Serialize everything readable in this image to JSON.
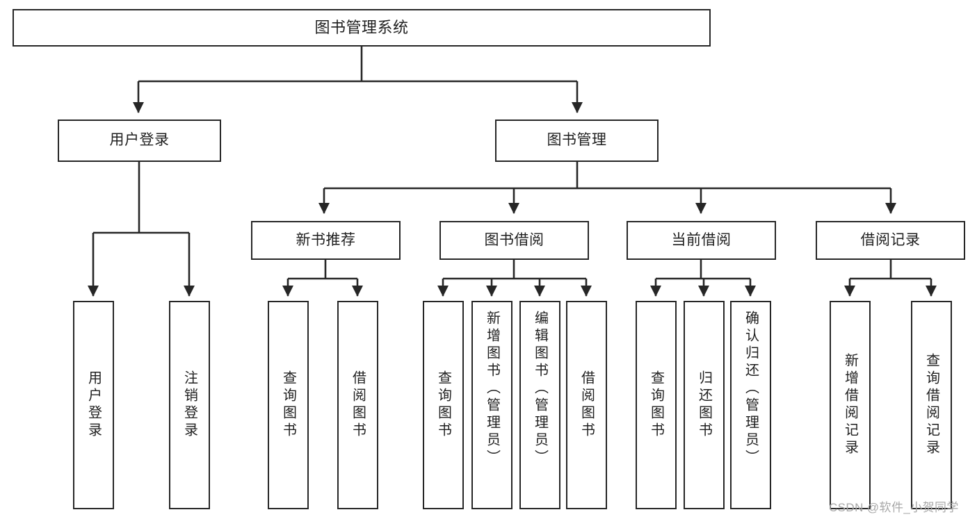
{
  "diagram": {
    "title": "图书管理系统",
    "type": "tree-hierarchy-diagram",
    "root": {
      "id": "root",
      "label": "图书管理系统"
    },
    "level2": [
      {
        "id": "user-login",
        "label": "用户登录"
      },
      {
        "id": "book-manage",
        "label": "图书管理"
      }
    ],
    "level3": [
      {
        "id": "new-book-rec",
        "label": "新书推荐"
      },
      {
        "id": "book-borrow",
        "label": "图书借阅"
      },
      {
        "id": "current-borrow",
        "label": "当前借阅"
      },
      {
        "id": "borrow-record",
        "label": "借阅记录"
      }
    ],
    "leaves": {
      "user_login": [
        {
          "id": "leaf-user-login",
          "label": "用户登录"
        },
        {
          "id": "leaf-logout-login",
          "label": "注销登录"
        }
      ],
      "new_book_rec": [
        {
          "id": "leaf-query-book-1",
          "label": "查询图书"
        },
        {
          "id": "leaf-borrow-book-1",
          "label": "借阅图书"
        }
      ],
      "book_borrow": [
        {
          "id": "leaf-query-book-2",
          "label": "查询图书"
        },
        {
          "id": "leaf-add-book",
          "label": "新增图书（管理员）"
        },
        {
          "id": "leaf-edit-book",
          "label": "编辑图书（管理员）"
        },
        {
          "id": "leaf-borrow-book-2",
          "label": "借阅图书"
        }
      ],
      "current_borrow": [
        {
          "id": "leaf-query-book-3",
          "label": "查询图书"
        },
        {
          "id": "leaf-return-book",
          "label": "归还图书"
        },
        {
          "id": "leaf-confirm-return",
          "label": "确认归还（管理员）"
        }
      ],
      "borrow_record": [
        {
          "id": "leaf-add-record",
          "label": "新增借阅记录"
        },
        {
          "id": "leaf-query-record",
          "label": "查询借阅记录"
        }
      ]
    }
  },
  "watermark": {
    "text": "CSDN @软件_小贺同学"
  },
  "colors": {
    "stroke": "#262626",
    "background": "#ffffff",
    "text": "#1f1f1f",
    "watermark": "#a8a8a8"
  }
}
